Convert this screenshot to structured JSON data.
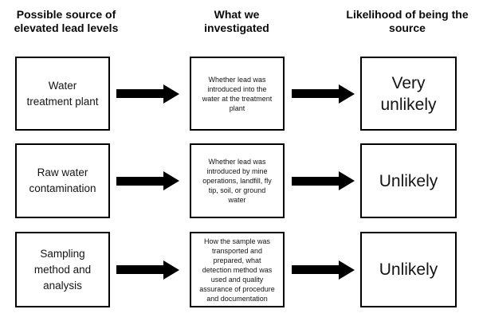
{
  "diagram": {
    "background_color": "#ffffff",
    "foreground_color": "#000000",
    "headers": [
      {
        "label": "Possible source of\nelevated lead levels"
      },
      {
        "label": "What we\ninvestigated"
      },
      {
        "label": "Likelihood of being the\nsource"
      }
    ],
    "rows": [
      {
        "source": "Water\ntreatment plant",
        "investigated": "Whether lead was\nintroduced into the\nwater at the treatment\nplant",
        "likelihood": "Very\nunlikely"
      },
      {
        "source": "Raw water\ncontamination",
        "investigated": "Whether lead was\nintroduced by mine\noperations, landfill, fly\ntip, soil, or ground\nwater",
        "likelihood": "Unlikely"
      },
      {
        "source": "Sampling\nmethod and\nanalysis",
        "investigated": "How the sample was\ntransported and\nprepared, what\ndetection method was\nused and quality\nassurance of procedure\nand documentation",
        "likelihood": "Unlikely"
      }
    ]
  }
}
